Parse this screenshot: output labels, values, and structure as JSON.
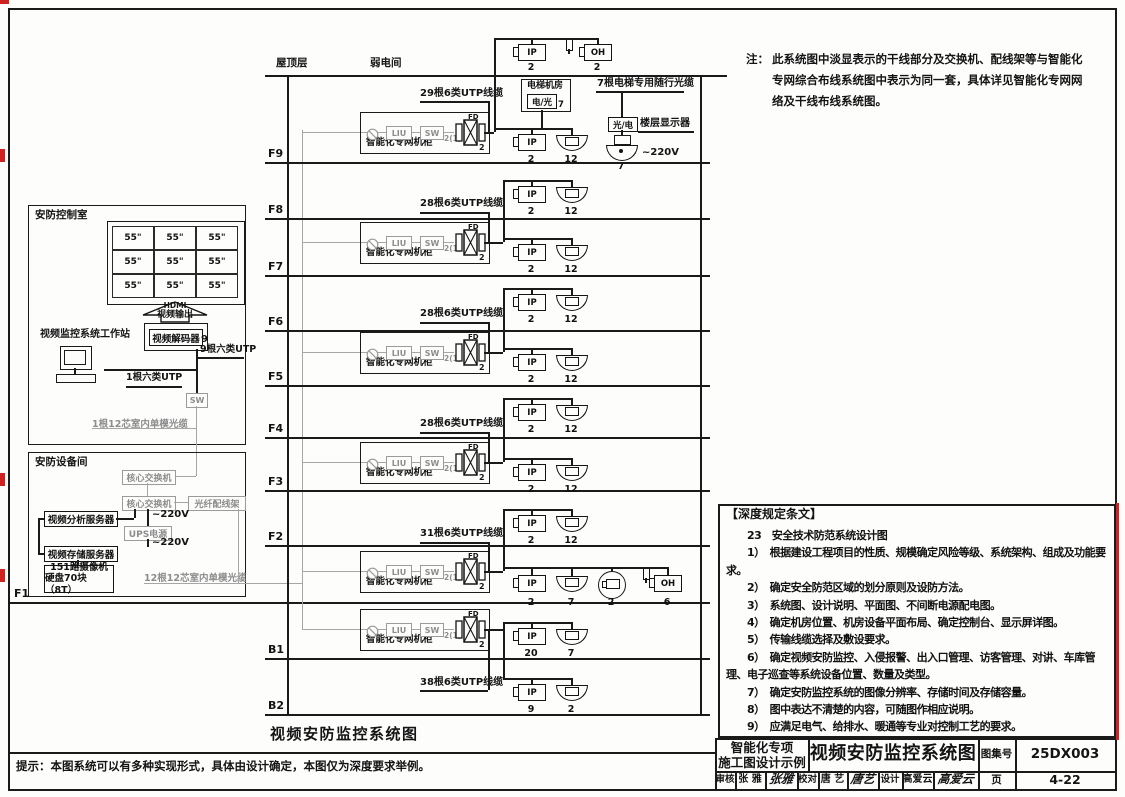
{
  "page": {
    "note_label": "注：",
    "note_lines": [
      "此系统图中淡显表示的干线部分及交换机、配线架等与智能化",
      "专网综合布线系统图中表示为同一套，具体详见智能化专网网",
      "络及干线布线系统图。"
    ],
    "caption": "视频安防监控系统图",
    "hint": "提示：本图系统可以有多种实现形式，具体由设计确定，本图仅为深度要求举例。"
  },
  "control_room": {
    "title": "安防控制室",
    "monitor_label": "55\"",
    "hdmi_label": "HDMI",
    "video_out_label": "视频输出",
    "decoder_label": "视频解码器",
    "utp9_count": "9",
    "utp9_label": "9根六类UTP",
    "workstation_label": "视频监控系统工作站",
    "utp1_label": "1根六类UTP",
    "sw_label": "SW",
    "fiber1_label": "1根12芯室内单模光缆"
  },
  "equipment_room": {
    "title": "安防设备间",
    "core_switch_label": "核心交换机",
    "fiber_frame_label": "光纤配线架",
    "analysis_server_label": "视频分析服务器",
    "storage_server_label": "视频存储服务器",
    "ups_label": "UPS电源",
    "power_label": "~220V",
    "camera_box_line1": "151路摄像机",
    "camera_box_line2": "硬盘70块（8T）",
    "fiber12_label": "12根12芯室内单模光缆"
  },
  "riser": {
    "roof_label": "屋顶层",
    "weak_room_label": "弱电间",
    "f1_label": "F1",
    "floors": [
      "F9",
      "F8",
      "F7",
      "F6",
      "F5",
      "F4",
      "F3",
      "F2",
      "B1",
      "B2"
    ],
    "cabinet": {
      "label": "智能化专网机柜",
      "liu": "LIU",
      "sw": "SW",
      "sw_sub": "2(1)",
      "fd": "FD",
      "fd_sub": "2"
    },
    "cabinet_cables": [
      "29根6类UTP线缆",
      "28根6类UTP线缆",
      "28根6类UTP线缆",
      "28根6类UTP线缆",
      "31根6类UTP线缆",
      "38根6类UTP线缆"
    ]
  },
  "elevator": {
    "machine_room": "电梯机房",
    "converter": "电/光",
    "converter_sub": "7",
    "cable_label": "7根电梯专用随行光缆",
    "converter2": "光/电",
    "floor_display": "楼层显示器",
    "power": "~220V",
    "camera_count": "7"
  },
  "camera_rows": [
    {
      "floor": "roof",
      "items": [
        {
          "type": "ip",
          "label": "IP",
          "count": "2"
        },
        {
          "type": "pole"
        },
        {
          "type": "oh",
          "label": "OH",
          "count": "2"
        }
      ]
    },
    {
      "floor": "F9",
      "items": [
        {
          "type": "ip",
          "label": "IP",
          "count": "2"
        },
        {
          "type": "dome",
          "count": "12"
        }
      ]
    },
    {
      "floor": "F8",
      "items": [
        {
          "type": "ip",
          "label": "IP",
          "count": "2"
        },
        {
          "type": "dome",
          "count": "12"
        }
      ]
    },
    {
      "floor": "F7",
      "items": [
        {
          "type": "ip",
          "label": "IP",
          "count": "2"
        },
        {
          "type": "dome",
          "count": "12"
        }
      ]
    },
    {
      "floor": "F6",
      "items": [
        {
          "type": "ip",
          "label": "IP",
          "count": "2"
        },
        {
          "type": "dome",
          "count": "12"
        }
      ]
    },
    {
      "floor": "F5",
      "items": [
        {
          "type": "ip",
          "label": "IP",
          "count": "2"
        },
        {
          "type": "dome",
          "count": "12"
        }
      ]
    },
    {
      "floor": "F4",
      "items": [
        {
          "type": "ip",
          "label": "IP",
          "count": "2"
        },
        {
          "type": "dome",
          "count": "12"
        }
      ]
    },
    {
      "floor": "F3",
      "items": [
        {
          "type": "ip",
          "label": "IP",
          "count": "2"
        },
        {
          "type": "dome",
          "count": "12"
        }
      ]
    },
    {
      "floor": "F2",
      "items": [
        {
          "type": "ip",
          "label": "IP",
          "count": "2"
        },
        {
          "type": "dome",
          "count": "12"
        }
      ]
    },
    {
      "floor": "F1",
      "items": [
        {
          "type": "ip",
          "label": "IP",
          "count": "2"
        },
        {
          "type": "dome",
          "count": "7"
        },
        {
          "type": "circle",
          "count": "2"
        },
        {
          "type": "pole"
        },
        {
          "type": "oh",
          "label": "OH",
          "count": "6"
        }
      ]
    },
    {
      "floor": "B1",
      "items": [
        {
          "type": "ip",
          "label": "IP",
          "count": "20"
        },
        {
          "type": "dome",
          "count": "7"
        }
      ]
    },
    {
      "floor": "B2",
      "items": [
        {
          "type": "ip",
          "label": "IP",
          "count": "9"
        },
        {
          "type": "dome",
          "count": "2"
        }
      ]
    }
  ],
  "deep_provisions": {
    "title": "【深度规定条文】",
    "lines": [
      "　　23　安全技术防范系统设计图",
      "　　1）　根据建设工程项目的性质、规模确定风险等级、系统架构、组成及功能要",
      "求。",
      "　　2）　确定安全防范区域的划分原则及设防方法。",
      "　　3）　系统图、设计说明、平面图、不间断电源配电图。",
      "　　4）　确定机房位置、机房设备平面布局、确定控制台、显示屏详图。",
      "　　5）　传输线缆选择及敷设要求。",
      "　　6）　确定视频安防监控、入侵报警、出入口管理、访客管理、对讲、车库管",
      "理、电子巡查等系统设备位置、数量及类型。",
      "　　7）　确定安防监控系统的图像分辨率、存储时间及存储容量。",
      "　　8）　图中表达不清楚的内容，可随图作相应说明。",
      "　　9）　应满足电气、给排水、暖通等专业对控制工艺的要求。"
    ]
  },
  "title_block": {
    "project_line1": "智能化专项",
    "project_line2": "施工图设计示例",
    "drawing_title": "视频安防监控系统图",
    "atlas_label": "图集号",
    "atlas_no": "25DX003",
    "page_label": "页",
    "page_no": "4-22",
    "reviewer_label": "审核",
    "reviewer_name": "张 雅",
    "reviewer_sig": "张雅",
    "checker_label": "校对",
    "checker_name": "唐 艺",
    "checker_sig": "唐艺",
    "designer_label": "设计",
    "designer_name": "高爱云",
    "designer_sig": "高爱云"
  }
}
